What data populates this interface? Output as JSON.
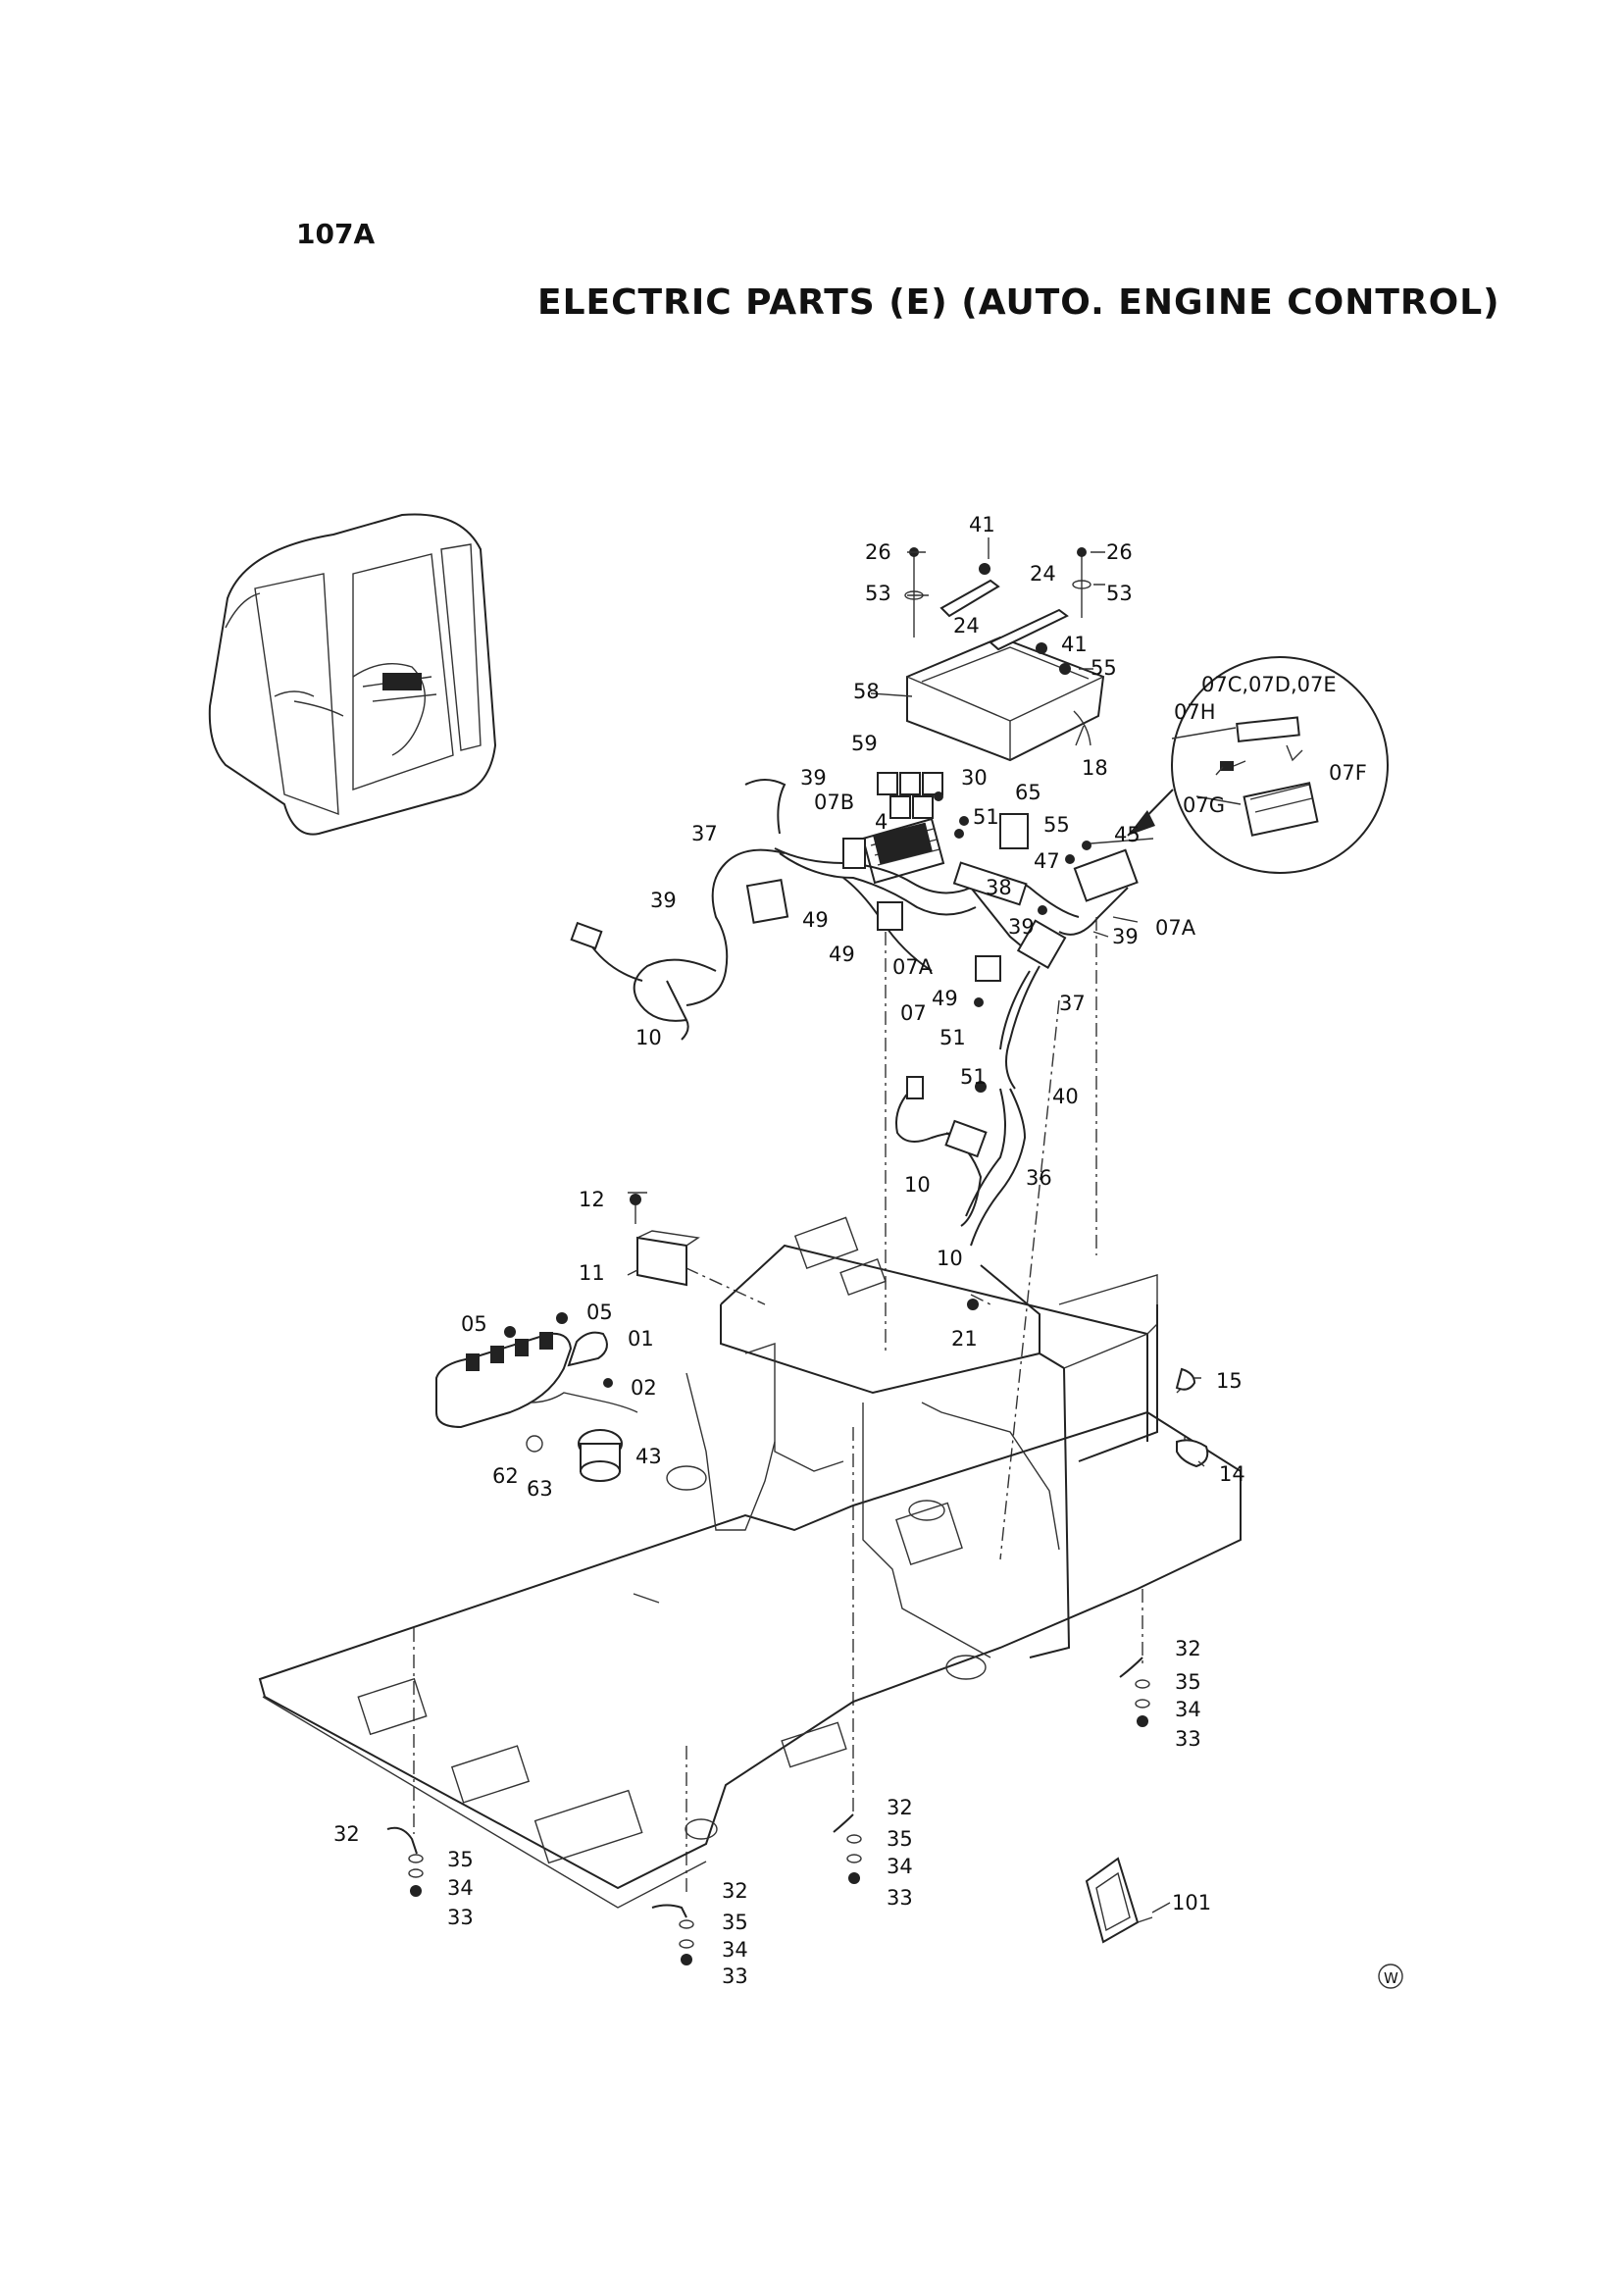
{
  "page_code": "107A",
  "title": "ELECTRIC PARTS (E) (AUTO. ENGINE CONTROL)",
  "mark": "W",
  "callouts": [
    {
      "id": "c41a",
      "text": "41"
    },
    {
      "id": "c26a",
      "text": "26"
    },
    {
      "id": "c26b",
      "text": "26"
    },
    {
      "id": "c53a",
      "text": "53"
    },
    {
      "id": "c53b",
      "text": "53"
    },
    {
      "id": "c24a",
      "text": "24"
    },
    {
      "id": "c24b",
      "text": "24"
    },
    {
      "id": "c41b",
      "text": "41"
    },
    {
      "id": "c55a",
      "text": "55"
    },
    {
      "id": "c58",
      "text": "58"
    },
    {
      "id": "c18",
      "text": "18"
    },
    {
      "id": "c07cde",
      "text": "07C,07D,07E"
    },
    {
      "id": "c07h",
      "text": "07H"
    },
    {
      "id": "c07g",
      "text": "07G"
    },
    {
      "id": "c07f",
      "text": "07F"
    },
    {
      "id": "c59",
      "text": "59"
    },
    {
      "id": "c39a",
      "text": "39"
    },
    {
      "id": "c30",
      "text": "30"
    },
    {
      "id": "c07b",
      "text": "07B"
    },
    {
      "id": "c65",
      "text": "65"
    },
    {
      "id": "c51a",
      "text": "51"
    },
    {
      "id": "c4",
      "text": "4"
    },
    {
      "id": "c37a",
      "text": "37"
    },
    {
      "id": "c55b",
      "text": "55"
    },
    {
      "id": "c45",
      "text": "45"
    },
    {
      "id": "c47",
      "text": "47"
    },
    {
      "id": "c38",
      "text": "38"
    },
    {
      "id": "c39b",
      "text": "39"
    },
    {
      "id": "c49a",
      "text": "49"
    },
    {
      "id": "c39c",
      "text": "39"
    },
    {
      "id": "c07a1",
      "text": "07A"
    },
    {
      "id": "c39d",
      "text": "39"
    },
    {
      "id": "c49b",
      "text": "49"
    },
    {
      "id": "c07a2",
      "text": "07A"
    },
    {
      "id": "c49c",
      "text": "49"
    },
    {
      "id": "c07",
      "text": "07"
    },
    {
      "id": "c37b",
      "text": "37"
    },
    {
      "id": "c10a",
      "text": "10"
    },
    {
      "id": "c51b",
      "text": "51"
    },
    {
      "id": "c51c",
      "text": "51"
    },
    {
      "id": "c40",
      "text": "40"
    },
    {
      "id": "c10b",
      "text": "10"
    },
    {
      "id": "c36",
      "text": "36"
    },
    {
      "id": "c12",
      "text": "12"
    },
    {
      "id": "c10c",
      "text": "10"
    },
    {
      "id": "c11",
      "text": "11"
    },
    {
      "id": "c05a",
      "text": "05"
    },
    {
      "id": "c05b",
      "text": "05"
    },
    {
      "id": "c01",
      "text": "01"
    },
    {
      "id": "c21",
      "text": "21"
    },
    {
      "id": "c02",
      "text": "02"
    },
    {
      "id": "c15",
      "text": "15"
    },
    {
      "id": "c43",
      "text": "43"
    },
    {
      "id": "c62",
      "text": "62"
    },
    {
      "id": "c63",
      "text": "63"
    },
    {
      "id": "c14",
      "text": "14"
    },
    {
      "id": "c32a",
      "text": "32"
    },
    {
      "id": "c35a",
      "text": "35"
    },
    {
      "id": "c34a",
      "text": "34"
    },
    {
      "id": "c33a",
      "text": "33"
    },
    {
      "id": "c32b",
      "text": "32"
    },
    {
      "id": "c35b",
      "text": "35"
    },
    {
      "id": "c34b",
      "text": "34"
    },
    {
      "id": "c33b",
      "text": "33"
    },
    {
      "id": "c32c",
      "text": "32"
    },
    {
      "id": "c35c",
      "text": "35"
    },
    {
      "id": "c34c",
      "text": "34"
    },
    {
      "id": "c33c",
      "text": "33"
    },
    {
      "id": "c32d",
      "text": "32"
    },
    {
      "id": "c35d",
      "text": "35"
    },
    {
      "id": "c34d",
      "text": "34"
    },
    {
      "id": "c33d",
      "text": "33"
    },
    {
      "id": "c101",
      "text": "101"
    }
  ]
}
